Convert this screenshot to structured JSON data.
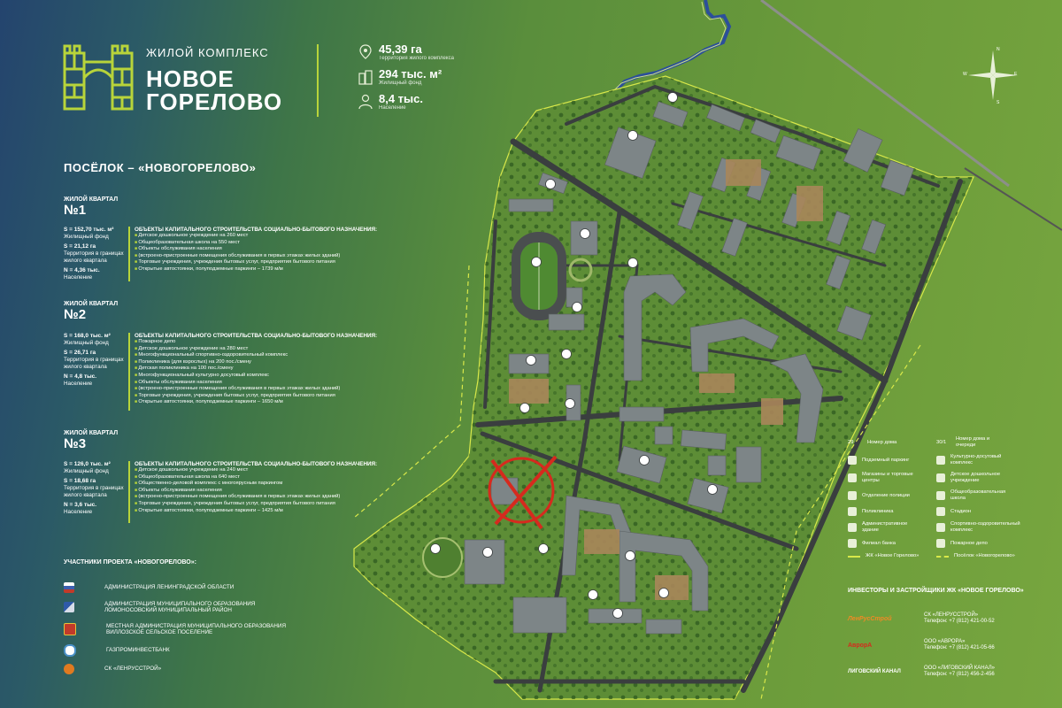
{
  "logo": {
    "line1": "ЖИЛОЙ КОМПЛЕКС",
    "line2": "НОВОЕ",
    "line3": "ГОРЕЛОВО"
  },
  "stats": [
    {
      "icon": "location-pin-icon",
      "value": "45,39 га",
      "label": "Территория жилого комплекса"
    },
    {
      "icon": "buildings-icon",
      "value": "294 тыс. м²",
      "label": "Жилищный фонд"
    },
    {
      "icon": "person-icon",
      "value": "8,4 тыс.",
      "label": "Население"
    }
  ],
  "section_title": "ПОСЁЛОК – «НОВОГОРЕЛОВО»",
  "quarters": [
    {
      "head": "ЖИЛОЙ КВАРТАЛ",
      "num": "№1",
      "stats": [
        {
          "v": "S = 152,70 тыс. м²",
          "l": "Жилищный фонд"
        },
        {
          "v": "S = 21,12 га",
          "l": "Территория в границах жилого квартала"
        },
        {
          "v": "N = 4,36 тыс.",
          "l": "Население"
        }
      ],
      "list_title": "ОБЪЕКТЫ КАПИТАЛЬНОГО СТРОИТЕЛЬСТВА СОЦИАЛЬНО-БЫТОВОГО НАЗНАЧЕНИЯ:",
      "items": [
        "Детское дошкольное учреждение на 260 мест",
        "Общеобразовательная школа на 550 мест",
        "Объекты обслуживания населения",
        "(встроено-пристроенные помещения обслуживания в первых этажах жилых зданий)",
        "Торговые учреждения, учреждения бытовых услуг, предприятия бытового питания",
        "Открытые автостоянки, полуподземные паркинги – 1739 м/м"
      ]
    },
    {
      "head": "ЖИЛОЙ КВАРТАЛ",
      "num": "№2",
      "stats": [
        {
          "v": "S = 168,0 тыс. м²",
          "l": "Жилищный фонд"
        },
        {
          "v": "S = 26,71 га",
          "l": "Территория в границах жилого квартала"
        },
        {
          "v": "N = 4,8 тыс.",
          "l": "Население"
        }
      ],
      "list_title": "ОБЪЕКТЫ КАПИТАЛЬНОГО СТРОИТЕЛЬСТВА СОЦИАЛЬНО-БЫТОВОГО НАЗНАЧЕНИЯ:",
      "items": [
        "Пожарное депо",
        "Детское дошкольное учреждение на 280 мест",
        "Многофункциональный спортивно-оздоровительный комплекс",
        "Поликлиника (для взрослых) на 200 пос./смену",
        "Детская поликлиника на 100 пос./смену",
        "Многофункциональный культурно досуговый комплекс",
        "Объекты обслуживания населения",
        "(встроено-пристроенные помещения обслуживания в первых этажах жилых зданий)",
        "Торговые учреждения, учреждения бытовых услуг, предприятия бытового питания",
        "Открытые автостоянки, полуподземные паркинги – 1650 м/м"
      ]
    },
    {
      "head": "ЖИЛОЙ КВАРТАЛ",
      "num": "№3",
      "stats": [
        {
          "v": "S = 126,0 тыс. м²",
          "l": "Жилищный фонд"
        },
        {
          "v": "S = 18,68 га",
          "l": "Территория в границах жилого квартала"
        },
        {
          "v": "N = 3,6 тыс.",
          "l": "Население"
        }
      ],
      "list_title": "ОБЪЕКТЫ КАПИТАЛЬНОГО СТРОИТЕЛЬСТВА СОЦИАЛЬНО-БЫТОВОГО НАЗНАЧЕНИЯ:",
      "items": [
        "Детское дошкольное учреждение на 240 мест",
        "Общеобразовательная школа на 640 мест",
        "Общественно-деловой комплекс с многоярусным паркингом",
        "Объекты обслуживания населения",
        "(встроено-пристроенные помещения обслуживания в первых этажах жилых зданий)",
        "Торговые учреждения, учреждения бытовых услуг, предприятия бытового питания",
        "Открытые автостоянки, полуподземные паркинги – 1425 м/м"
      ]
    }
  ],
  "participants_title": "УЧАСТНИКИ ПРОЕКТА «НОВОГОРЕЛОВО»:",
  "participants": [
    {
      "text": "АДМИНИСТРАЦИЯ ЛЕНИНГРАДСКОЙ ОБЛАСТИ",
      "color": "#3c5fb0"
    },
    {
      "text": "АДМИНИСТРАЦИЯ МУНИЦИПАЛЬНОГО ОБРАЗОВАНИЯ ЛОМОНОСОВСКИЙ МУНИЦИПАЛЬНЫЙ РАЙОН",
      "color": "#2f5aa8"
    },
    {
      "text": "МЕСТНАЯ АДМИНИСТРАЦИЯ МУНИЦИПАЛЬНОГО ОБРАЗОВАНИЯ ВИЛЛОЗСКОЕ СЕЛЬСКОЕ ПОСЕЛЕНИЕ",
      "color": "#c23a2a"
    },
    {
      "text": "ГАЗПРОМИНВЕСТБАНК",
      "color": "#4a90c8"
    },
    {
      "text": "СК «ЛЕНРУССТРОЙ»",
      "color": "#e07a20"
    }
  ],
  "legend": [
    {
      "icon": "house-number-icon",
      "text": "Номер дома",
      "mark": "29"
    },
    {
      "icon": "house-queue-icon",
      "text": "Номер дома и очереди",
      "mark": "30/1"
    },
    {
      "icon": "parking-icon",
      "text": "Подземный паркинг"
    },
    {
      "icon": "culture-center-icon",
      "text": "Культурно-досуговый комплекс"
    },
    {
      "icon": "shop-icon",
      "text": "Магазины и торговые центры"
    },
    {
      "icon": "kindergarten-icon",
      "text": "Детское дошкольное учреждение"
    },
    {
      "icon": "police-icon",
      "text": "Отделение полиции"
    },
    {
      "icon": "school-icon",
      "text": "Общеобразовательная школа"
    },
    {
      "icon": "clinic-icon",
      "text": "Поликлиника"
    },
    {
      "icon": "stadium-icon",
      "text": "Стадион"
    },
    {
      "icon": "admin-building-icon",
      "text": "Административное здание"
    },
    {
      "icon": "sports-complex-icon",
      "text": "Спортивно-оздоровительный комплекс"
    },
    {
      "icon": "bank-icon",
      "text": "Филиал банка"
    },
    {
      "icon": "fire-station-icon",
      "text": "Пожарное депо"
    },
    {
      "icon": "complex-border-icon",
      "text": "ЖК «Новое Горелово»"
    },
    {
      "icon": "village-border-icon",
      "text": "Посёлок «Новогорелово»"
    }
  ],
  "investors_title": "ИНВЕСТОРЫ И ЗАСТРОЙЩИКИ ЖК «НОВОЕ ГОРЕЛОВО»",
  "investors": [
    {
      "logo": "ЛенРусСтрой",
      "name": "СК «ЛЕНРУССТРОЙ»",
      "phone": "Телефон: +7 (812) 421-00-52"
    },
    {
      "logo": "АврорА",
      "name": "ООО «АВРОРА»",
      "phone": "Телефон: +7 (812) 421-05-66"
    },
    {
      "logo": "ЛИГОВСКИЙ КАНАЛ",
      "name": "ООО «ЛИГОВСКИЙ КАНАЛ»",
      "phone": "Телефон: +7 (812) 456-2-456"
    }
  ],
  "compass": {
    "n": "N",
    "s": "S",
    "e": "E",
    "w": "W"
  },
  "colors": {
    "accent": "#b8d43a",
    "road": "#3a3e3f",
    "building": "#7d8587",
    "cross": "#d62a1e",
    "river": "#2c4f9a"
  }
}
